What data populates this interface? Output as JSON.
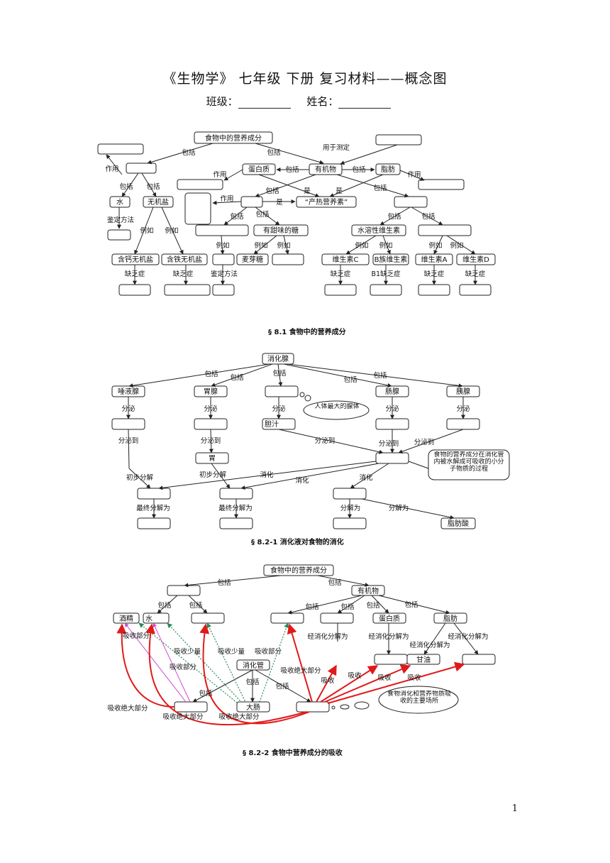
{
  "header": {
    "title": "《生物学》 七年级 下册 复习材料——概念图",
    "class_label": "班级：",
    "name_label": "姓名："
  },
  "figure1": {
    "caption": "§ 8.1 食物中的营养成分",
    "root": "食物中的营养成分",
    "incl": "包括",
    "use": "作用",
    "used_to_test": "用于测定",
    "water": "水",
    "inorganic_salt": "无机盐",
    "protein": "蛋白质",
    "organic": "有机物",
    "fat": "脂肪",
    "heat_nutrient": "“产热营养素”",
    "is": "是",
    "test_method": "鉴定方法",
    "example": "例如",
    "calcium_salt": "含钙无机盐",
    "iron_salt": "含铁无机盐",
    "deficiency": "缺乏症",
    "sweet_sugar": "有甜味的糖",
    "maltose": "麦芽糖",
    "water_soluble_vitamin": "水溶性维生素",
    "vit_c": "维生素C",
    "vit_b": "B族维生素",
    "vit_a": "维生素A",
    "vit_d": "维生素D",
    "b1_deficiency": "B1缺乏症"
  },
  "figure2": {
    "caption": "§ 8.2-1 消化液对食物的消化",
    "root": "消化腺",
    "incl": "包括",
    "salivary": "唾液腺",
    "gastric": "胃腺",
    "intestinal": "肠腺",
    "pancreas": "胰腺",
    "largest_gland": "人体最大的腺体",
    "secrete": "分泌",
    "bile": "胆汁",
    "secrete_to": "分泌到",
    "stomach": "胃",
    "initial_break": "初步分解",
    "digest": "消化",
    "final_break": "最终分解为",
    "break_into": "分解为",
    "fatty_acid": "脂肪酸",
    "note": "食物的营养成分在消化管内被水解成可吸收的小分子物质的过程"
  },
  "figure3": {
    "caption": "§ 8.2-2 食物中营养成分的吸收",
    "root": "食物中的营养成分",
    "incl": "包括",
    "organic": "有机物",
    "alcohol": "酒精",
    "water": "水",
    "protein": "蛋白质",
    "fat": "脂肪",
    "after_digest": "经消化分解为",
    "glycerol": "甘油",
    "absorb": "吸收",
    "absorb_part": "吸收部分",
    "absorb_little": "吸收少量",
    "absorb_most": "吸收绝大部分",
    "digestive_tract": "消化管",
    "large_intestine": "大肠",
    "main_site": "食物消化和营养物质吸收的主要场所"
  },
  "page_number": "1"
}
